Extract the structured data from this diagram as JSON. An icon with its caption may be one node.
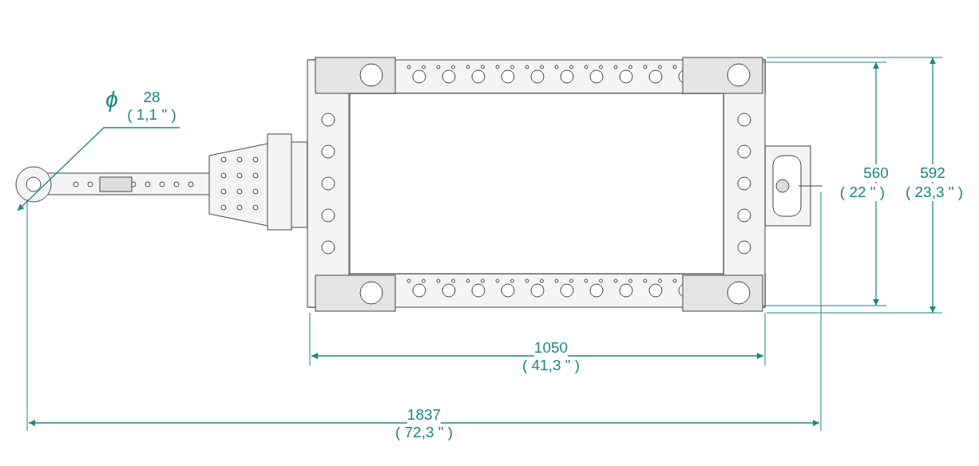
{
  "diagram": {
    "labels": [
      "ϕ",
      "28",
      "( 1,1 \" )",
      "560",
      "( 22 \" )",
      "592",
      "( 23,3 \" )",
      "1050",
      "( 41,3 \" )",
      "1837",
      "( 72,3 \" )"
    ]
  }
}
